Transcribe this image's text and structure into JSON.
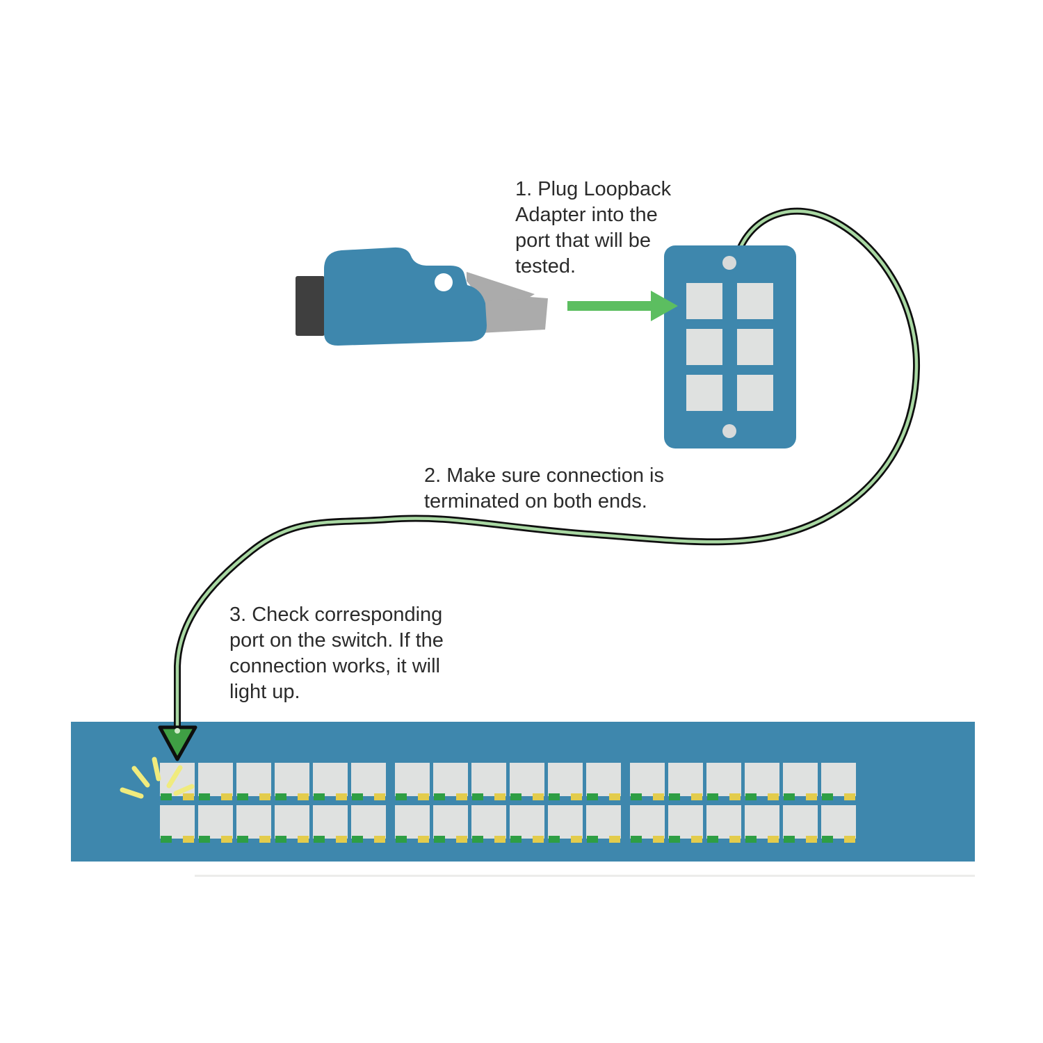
{
  "steps": [
    {
      "id": "1",
      "label": "1. Plug Loopback\nAdapter into the\nport that will be\ntested."
    },
    {
      "id": "2",
      "label": "2. Make sure connection is\nterminated on both ends."
    },
    {
      "id": "3",
      "label": "3. Check corresponding\nport on the switch. If the\nconnection works, it will\nlight up."
    }
  ],
  "devices": {
    "loopback_adapter": {
      "name": "loopback adapter with RJ45 plug"
    },
    "wall_plate": {
      "name": "wall plate",
      "ports": 6,
      "columns": 2,
      "rows": 3,
      "screw_holes": 2
    },
    "cable": {
      "name": "patch cable",
      "style": "green core with black outline, ends in arrow at switch port"
    },
    "switch": {
      "name": "network switch",
      "port_rows": 2,
      "groups_per_row": 3,
      "ports_per_group": 6,
      "total_ports": 36,
      "leds_per_port": [
        "green",
        "yellow"
      ],
      "lit_port": "top row, first port"
    }
  },
  "colors": {
    "device_blue": "#3E87AD",
    "port_gray": "#DFE1E0",
    "led_green": "#2E9E44",
    "led_yellow": "#E3CC4C",
    "arrow_green": "#5CBE60",
    "cable_core": "#A9D8A3",
    "cable_outline": "#0E0E0E",
    "cable_arrow_green": "#3F9F44",
    "connector_gray": "#ABABAB",
    "connector_dark": "#3F3F3F",
    "screw_gray": "#D8DADA",
    "burst_yellow": "#F0EB7D",
    "text_color": "#2B2B2B",
    "background": "#FFFFFF"
  }
}
